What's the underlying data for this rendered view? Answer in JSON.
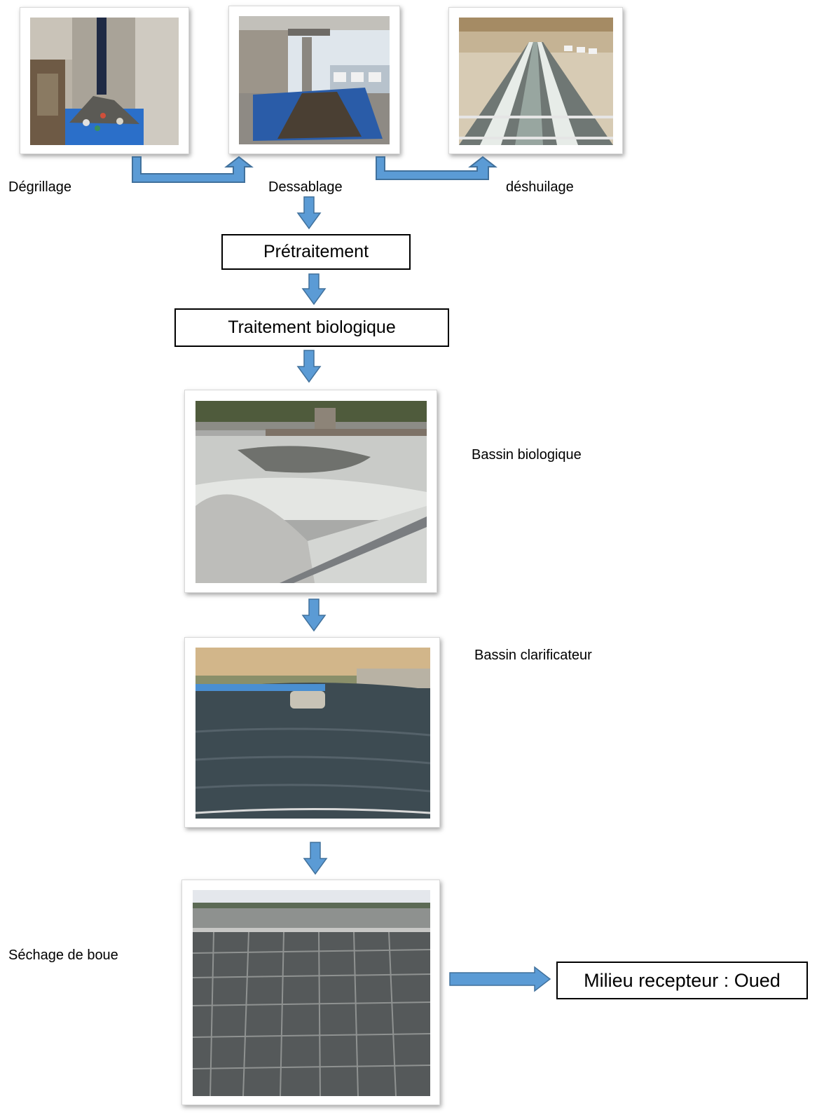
{
  "stages": {
    "degrillage": {
      "label": "Dégrillage",
      "photo": "screening-skip-photo"
    },
    "dessablage": {
      "label": "Dessablage",
      "photo": "grit-removal-skip-photo"
    },
    "deshuilage": {
      "label": "déshuilage",
      "photo": "oil-removal-channels-photo"
    }
  },
  "process_boxes": {
    "pretraitement": "Prétraitement",
    "traitement_biologique": "Traitement biologique",
    "milieu_recepteur": "Milieu recepteur : Oued"
  },
  "basins": {
    "biologique": {
      "label": "Bassin biologique",
      "photo": "aeration-basin-photo"
    },
    "clarificateur": {
      "label": "Bassin clarificateur",
      "photo": "clarifier-basin-photo"
    },
    "sechage": {
      "label": "Séchage de boue",
      "photo": "sludge-drying-bed-photo"
    }
  },
  "colors": {
    "arrow_fill": "#5b9bd5",
    "arrow_stroke": "#41719c",
    "box_border": "#000000"
  }
}
